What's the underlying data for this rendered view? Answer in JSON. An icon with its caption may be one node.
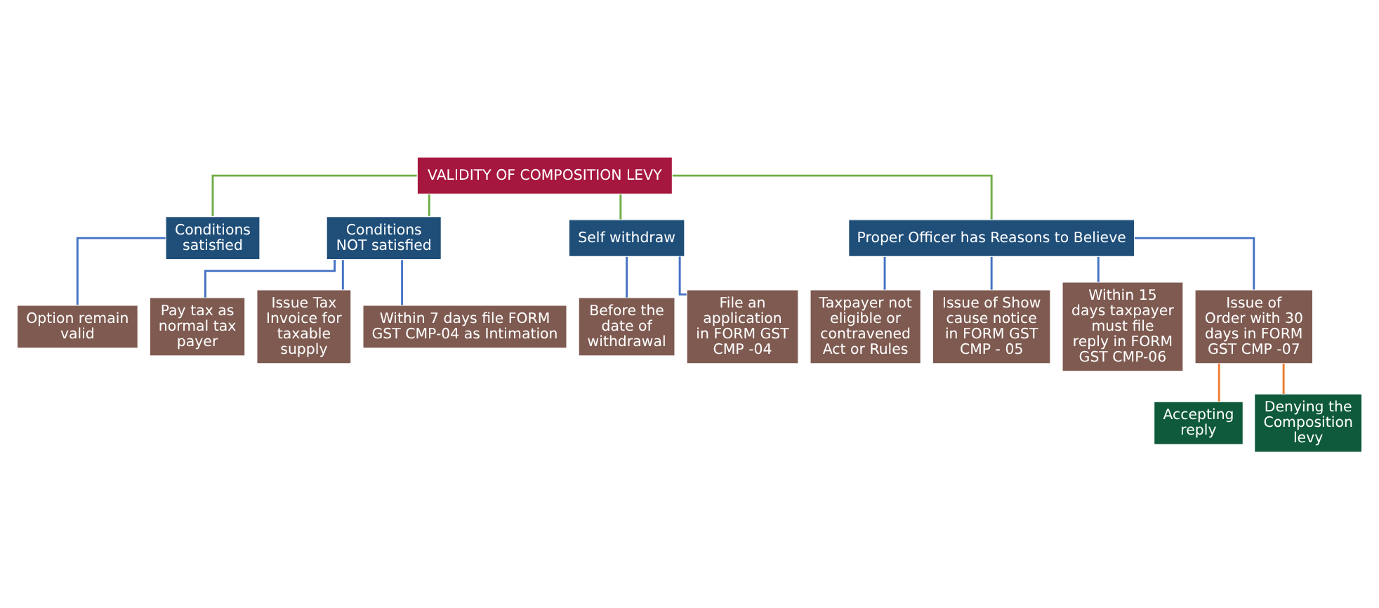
{
  "diagram": {
    "nodes": [
      {
        "text": [
          "VALIDITY OF COMPOSITION LEVY"
        ]
      },
      {
        "text": [
          "Conditions satisfied"
        ]
      },
      {
        "text": [
          "Option remain valid"
        ]
      },
      {
        "text": [
          "Conditions NOT satisfied"
        ]
      },
      {
        "text": [
          "Pay tax as normal tax payer"
        ]
      },
      {
        "text": [
          "Issue Tax Invoice for taxable supply"
        ]
      },
      {
        "text": [
          "Within 7 days file FORM GST CMP-04 as Intimation"
        ]
      },
      {
        "text": [
          "Self withdraw"
        ]
      },
      {
        "text": [
          "Before the date of withdrawal"
        ]
      },
      {
        "text": [
          "File an application in FORM GST CMP -04"
        ]
      },
      {
        "text": [
          "Proper Officer has Reasons to Believe"
        ]
      },
      {
        "text": [
          "Taxpayer not eligible or contravened Act or Rules"
        ]
      },
      {
        "text": [
          "Issue of Show cause notice in FORM GST CMP - 05"
        ]
      },
      {
        "text": [
          "Within 15 days taxpayer must file reply in FORM GST CMP-06"
        ]
      },
      {
        "text": [
          "Issue of Order with 30 days in FORM GST CMP -07"
        ]
      },
      {
        "text": [
          "Accepting reply"
        ]
      },
      {
        "text": [
          "Denying the Composition levy"
        ]
      }
    ],
    "edges": [
      {
        "from": 0,
        "to": 1,
        "arrow": "none",
        "color": "#70ad47"
      },
      {
        "from": 0,
        "to": 3,
        "arrow": "none",
        "color": "#70ad47"
      },
      {
        "from": 0,
        "to": 7,
        "arrow": "none",
        "color": "#70ad47"
      },
      {
        "from": 0,
        "to": 10,
        "arrow": "none",
        "color": "#70ad47"
      },
      {
        "from": 1,
        "to": 2,
        "arrow": "none"
      },
      {
        "from": 3,
        "to": 4,
        "arrow": "none"
      },
      {
        "from": 3,
        "to": 5,
        "arrow": "none"
      },
      {
        "from": 3,
        "to": 6,
        "arrow": "none"
      },
      {
        "from": 7,
        "to": 8,
        "arrow": "none"
      },
      {
        "from": 7,
        "to": 9,
        "arrow": "none"
      },
      {
        "from": 10,
        "to": 11,
        "arrow": "none"
      },
      {
        "from": 10,
        "to": 12,
        "arrow": "none"
      },
      {
        "from": 10,
        "to": 13,
        "arrow": "none"
      },
      {
        "from": 10,
        "to": 14,
        "arrow": "none"
      },
      {
        "from": 14,
        "to": 15,
        "arrow": "none",
        "color": "#ed7d31"
      },
      {
        "from": 14,
        "to": 16,
        "arrow": "none",
        "color": "#ed7d31"
      }
    ]
  }
}
